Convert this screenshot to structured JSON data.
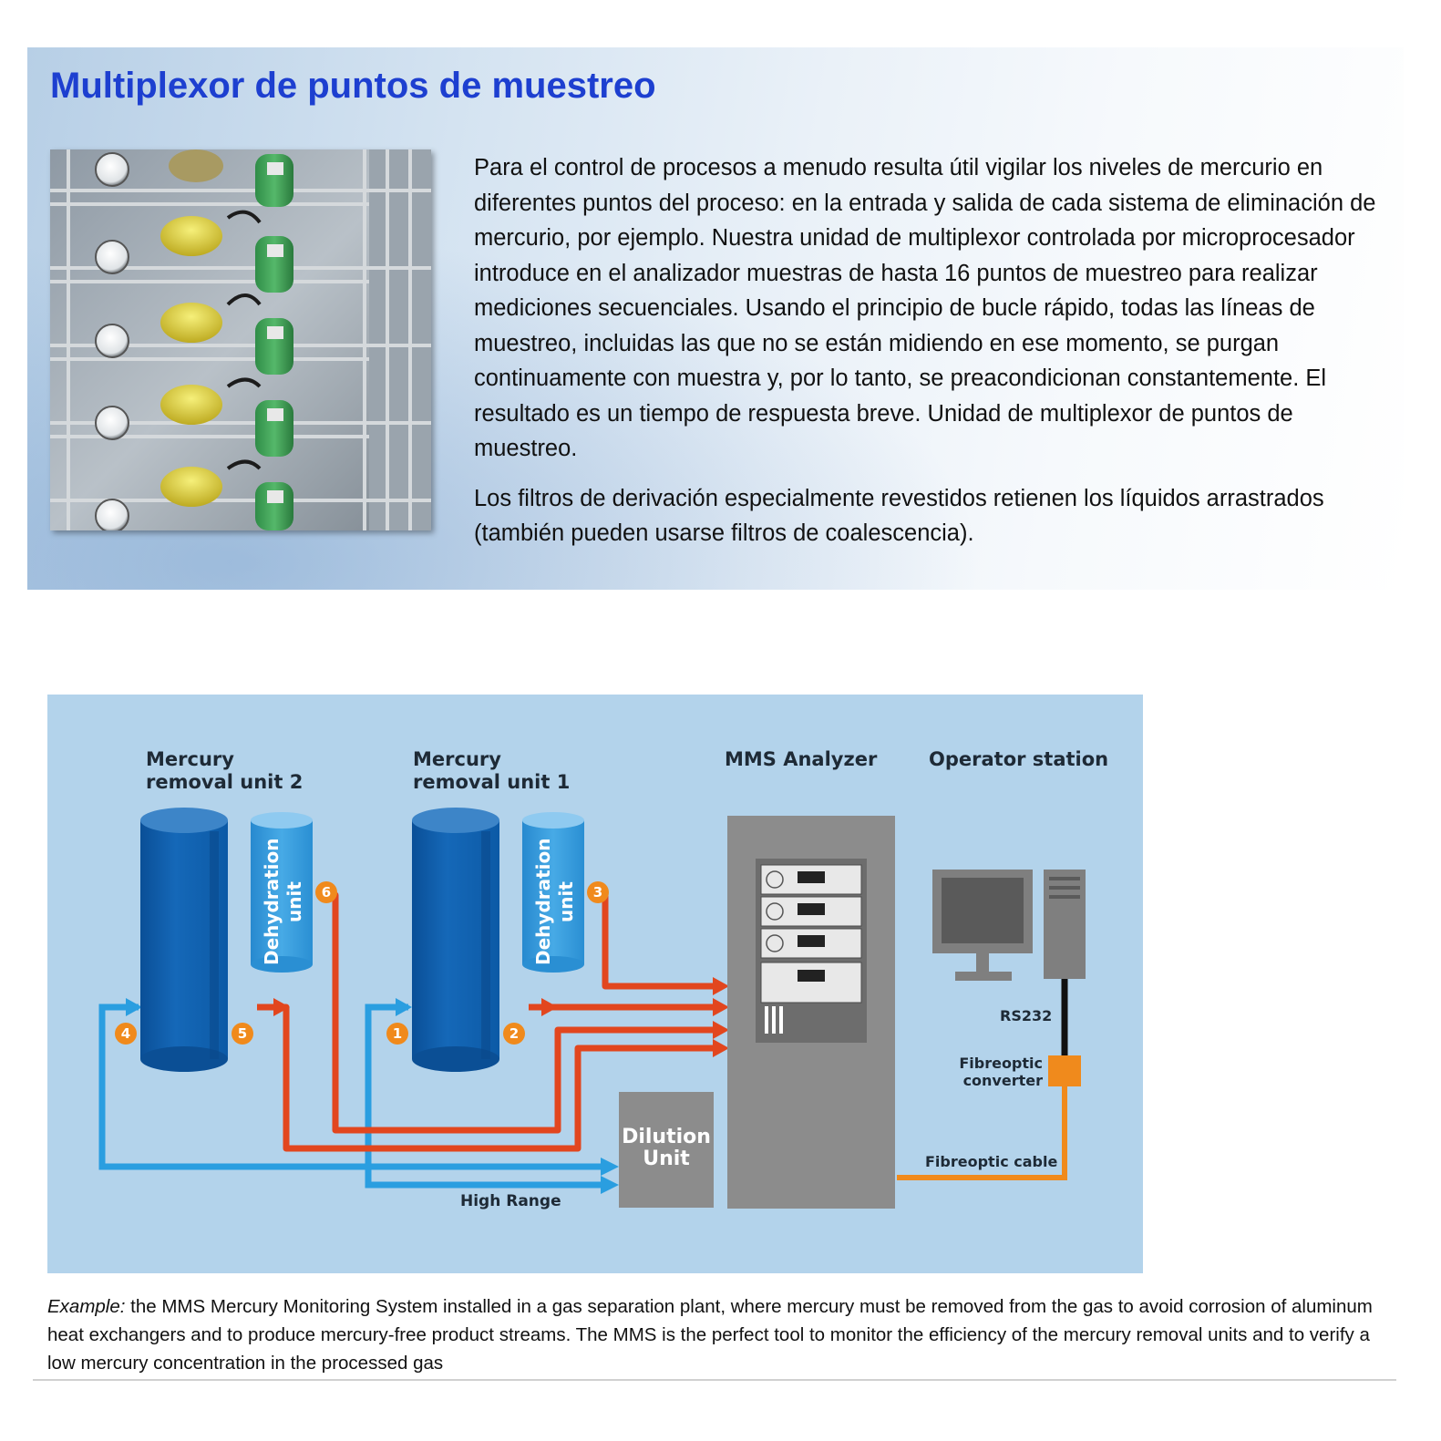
{
  "header": {
    "title": "Multiplexor de puntos de muestreo"
  },
  "intro": {
    "paragraph1": "Para el control de procesos a menudo resulta útil vigilar los niveles de mercurio en diferentes puntos del proceso: en la entrada y salida de cada sistema de eliminación de mercurio, por ejemplo. Nuestra unidad de multiplexor controlada por microprocesador introduce en el analizador muestras de hasta 16 puntos de muestreo para realizar mediciones secuenciales. Usando el principio de bucle rápido, todas las líneas de muestreo, incluidas las que no se están midiendo en ese momento, se purgan continuamente con muestra y, por lo tanto, se preacondicionan constantemente. El resultado es un tiempo de respuesta breve. Unidad de multiplexor de puntos de muestreo.",
    "paragraph2": "Los filtros de derivación especialmente revestidos retienen los líquidos arrastrados (también pueden usarse filtros de coalescencia)."
  },
  "diagram": {
    "unit2": {
      "line1": "Mercury",
      "line2": "removal unit 2"
    },
    "unit1": {
      "line1": "Mercury",
      "line2": "removal unit 1"
    },
    "analyzer": "MMS Analyzer",
    "operator": "Operator station",
    "dehydration": {
      "line1": "Dehydration",
      "line2": "unit"
    },
    "dilution": {
      "line1": "Dilution",
      "line2": "Unit"
    },
    "high_range": "High Range",
    "rs232": "RS232",
    "converter": {
      "line1": "Fibreoptic",
      "line2": "converter"
    },
    "cable": "Fibreoptic cable",
    "points": [
      "1",
      "2",
      "3",
      "4",
      "5",
      "6"
    ],
    "colors": {
      "background": "#b3d3eb",
      "column": "#1062b0",
      "dehydration": "#3a9bd8",
      "sample_line": "#e2461e",
      "return_line": "#2a9ee0",
      "marker": "#f08a1c",
      "cabinet": "#8c8c8c"
    }
  },
  "caption": {
    "lead": "Example:",
    "text": " the MMS Mercury Monitoring System installed in a gas separation plant, where mercury must be removed from the gas to avoid corrosion of aluminum heat exchangers and to produce mercury-free product streams. The MMS is the perfect tool to monitor the efficiency of the mercury removal units and to verify a low mercury concentration in the processed gas"
  }
}
